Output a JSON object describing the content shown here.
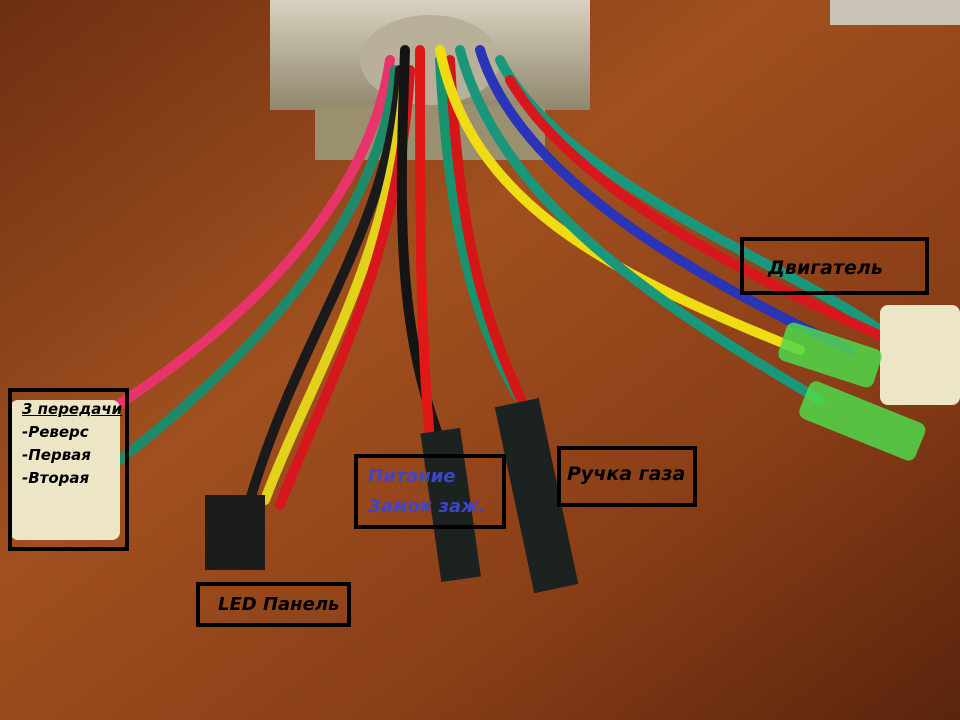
{
  "labels": {
    "gears": {
      "title": "3 передачи",
      "items": [
        "-Реверс",
        "-Первая",
        "-Вторая"
      ]
    },
    "motor": "Двигатель",
    "power": {
      "line1": "Питание",
      "line2": "Замок заж."
    },
    "throttle": "Ручка газа",
    "led": "LED Панель"
  },
  "colors": {
    "label_border": "#000000",
    "power_text": "#3d45c8",
    "wood": "#8a3f1a"
  }
}
